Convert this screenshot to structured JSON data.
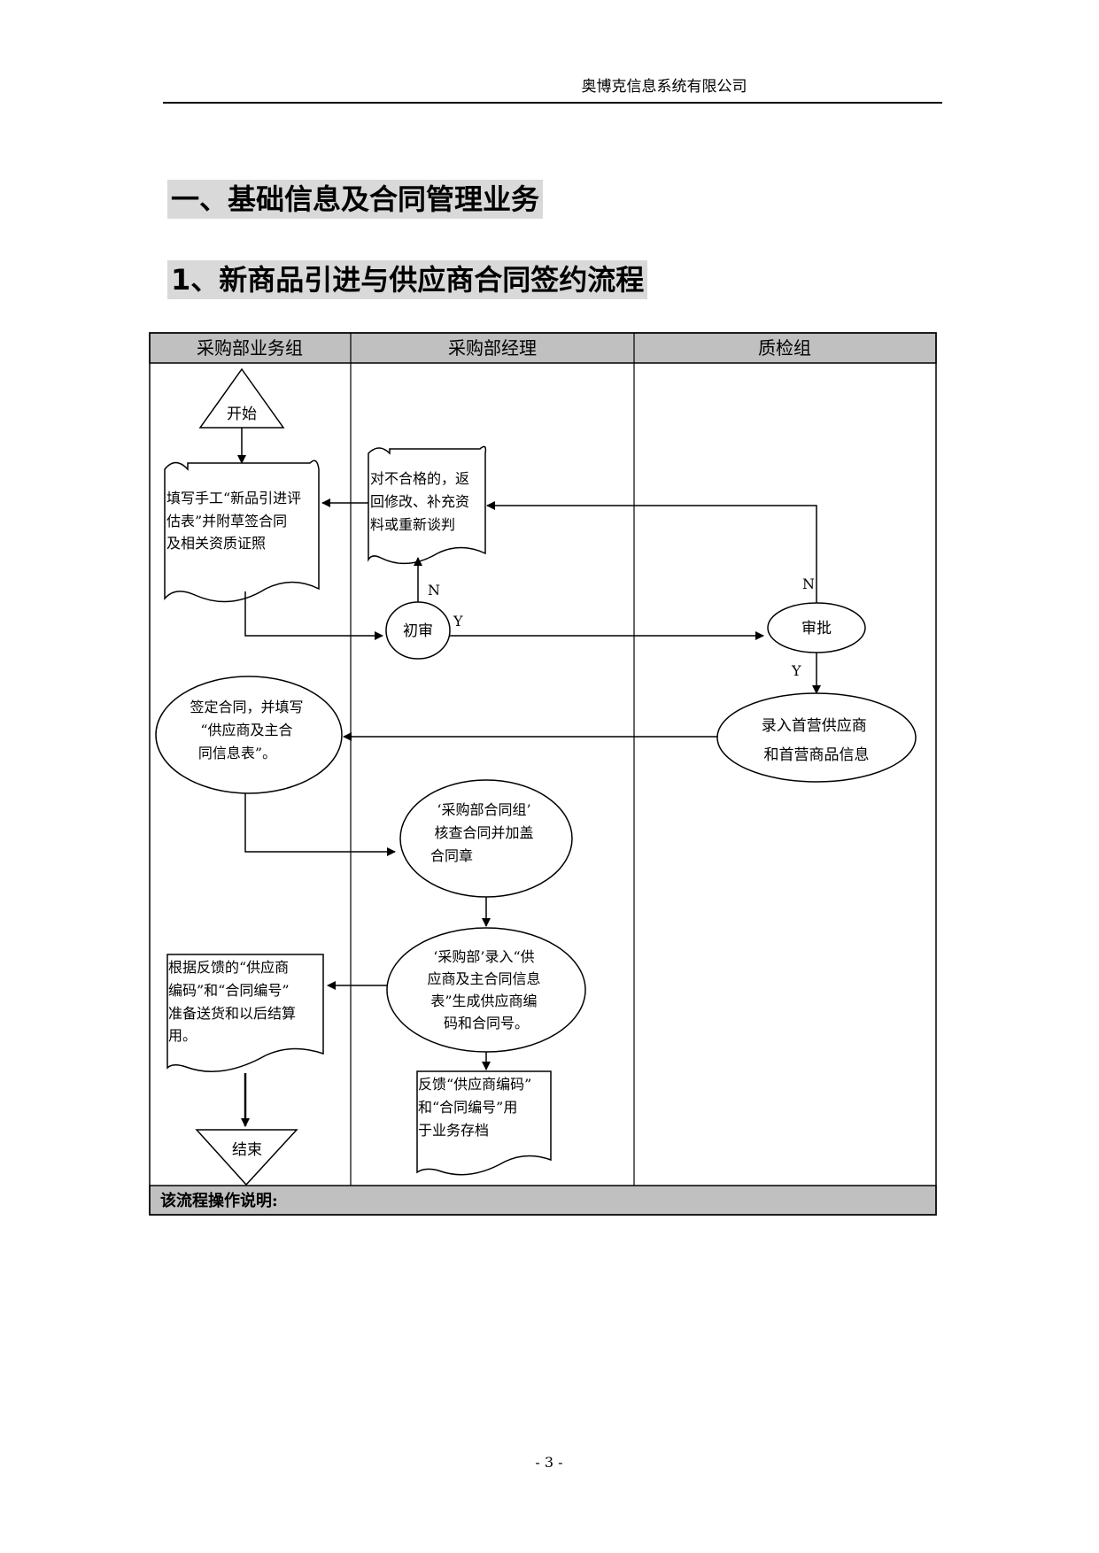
{
  "header": {
    "company": "奥博克信息系统有限公司"
  },
  "headings": {
    "section": "一、基础信息及合同管理业务",
    "subsection": "1、新商品引进与供应商合同签约流程"
  },
  "flowchart": {
    "lanes": [
      "采购部业务组",
      "采购部经理",
      "质检组"
    ],
    "nodes": {
      "start": "开始",
      "fill_form": [
        "填写手工“新品引进评",
        "估表”并附草签合同",
        "及相关资质证照"
      ],
      "return_modify": [
        "对不合格的，返",
        "回修改、补充资",
        "料或重新谈判"
      ],
      "initial_review": "初审",
      "approve": "审批",
      "sign_contract": [
        "签定合同，并填写",
        "“供应商及主合",
        "同信息表”。"
      ],
      "enter_supplier": [
        "录入首营供应商",
        "和首营商品信息"
      ],
      "check_contract": [
        "‘采购部合同组’",
        "核查合同并加盖",
        "合同章"
      ],
      "enter_info": [
        "‘采购部’录入“供",
        "应商及主合同信息",
        "表”生成供应商编",
        "码和合同号。"
      ],
      "prepare_delivery": [
        "根据反馈的“供应商",
        "编码”和“合同编号”",
        "准备送货和以后结算",
        "用。"
      ],
      "feedback_archive": [
        "反馈“供应商编码”",
        "和“合同编号”用",
        "于业务存档"
      ],
      "end": "结束"
    },
    "labels": {
      "n1": "N",
      "y1": "Y",
      "n2": "N",
      "y2": "Y"
    },
    "footer": "该流程操作说明:"
  },
  "page_number": "- 3 -"
}
